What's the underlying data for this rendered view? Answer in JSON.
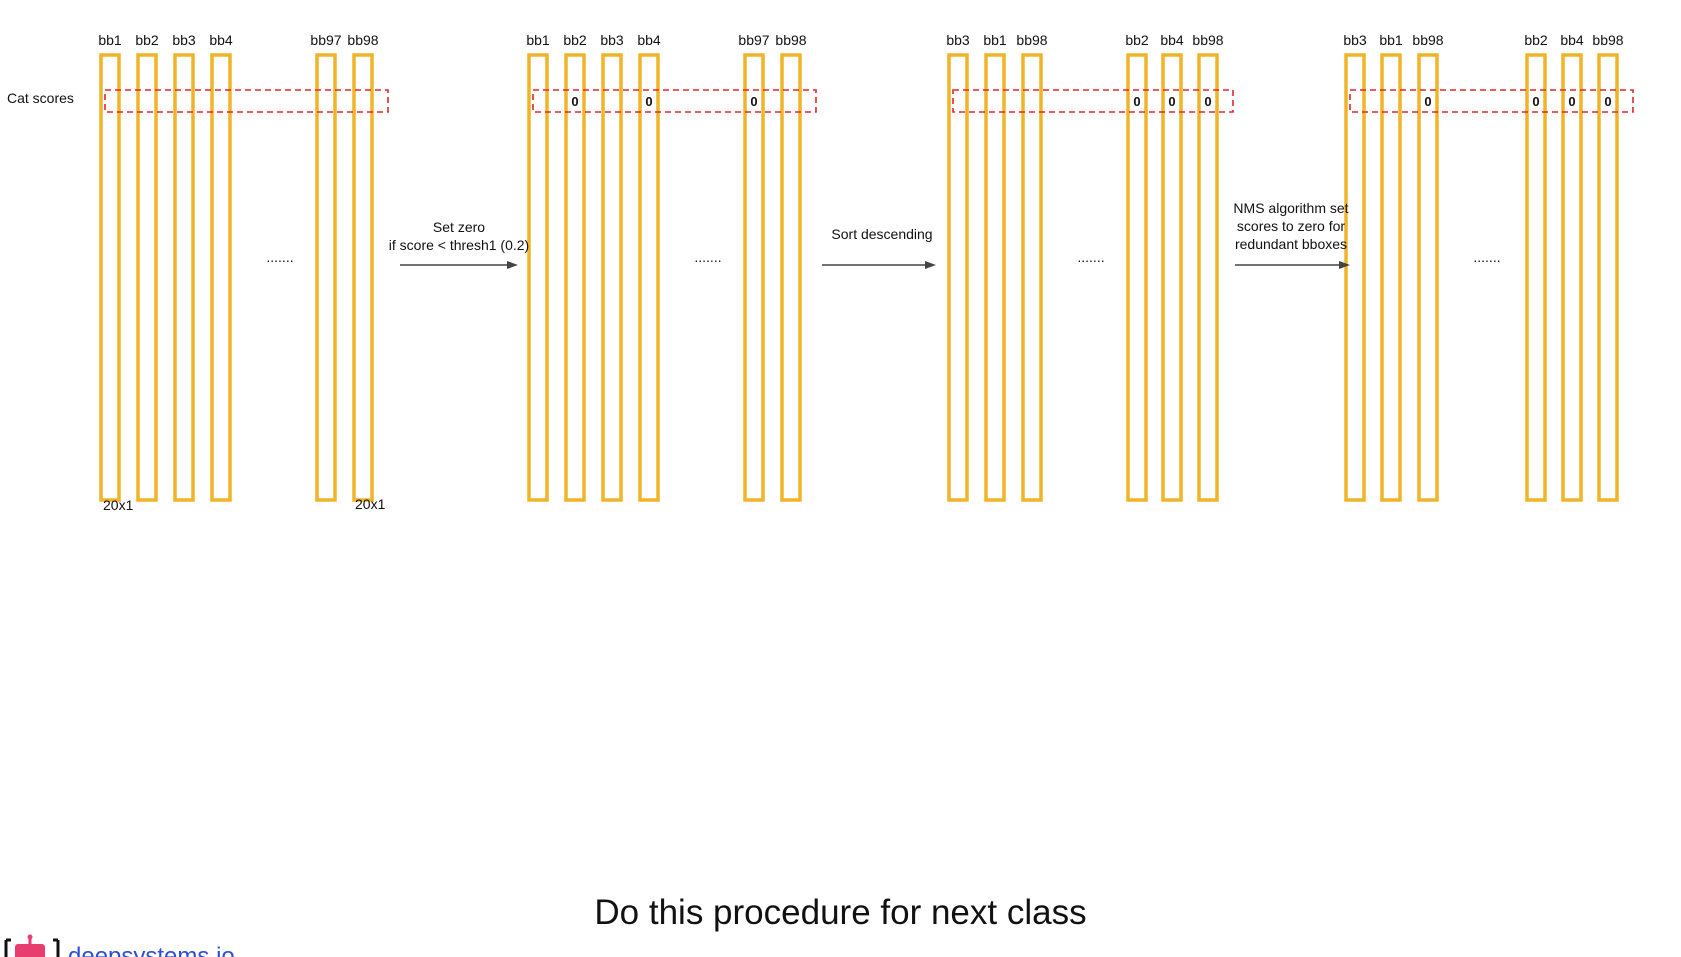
{
  "row_label": "Cat scores",
  "dims": {
    "first": "20x1",
    "last": "20x1"
  },
  "ellipsis": ".......",
  "colors": {
    "bar": "#f0b429",
    "dashed_box": "#e02828",
    "arrow": "#444444"
  },
  "stages": [
    {
      "labels": [
        "bb1",
        "bb2",
        "bb3",
        "bb4",
        "bb97",
        "bb98"
      ],
      "zeros": [
        false,
        false,
        false,
        false,
        false,
        false
      ]
    },
    {
      "labels": [
        "bb1",
        "bb2",
        "bb3",
        "bb4",
        "bb97",
        "bb98"
      ],
      "zeros": [
        false,
        true,
        false,
        true,
        true,
        false
      ]
    },
    {
      "labels": [
        "bb3",
        "bb1",
        "bb98",
        "bb2",
        "bb4",
        "bb98"
      ],
      "zeros": [
        false,
        false,
        false,
        true,
        true,
        true
      ]
    },
    {
      "labels": [
        "bb3",
        "bb1",
        "bb98",
        "bb2",
        "bb4",
        "bb98"
      ],
      "zeros": [
        false,
        false,
        true,
        true,
        true,
        true
      ]
    }
  ],
  "arrows": [
    {
      "lines": [
        "Set zero",
        "if score < thresh1 (0.2)"
      ]
    },
    {
      "lines": [
        "Sort descending"
      ]
    },
    {
      "lines": [
        "NMS algorithm set",
        "scores to zero for",
        "redundant bboxes"
      ]
    }
  ],
  "footer": "Do this procedure for next class",
  "logo": {
    "text": "deepsystems.io",
    "icon": "robot-icon"
  }
}
